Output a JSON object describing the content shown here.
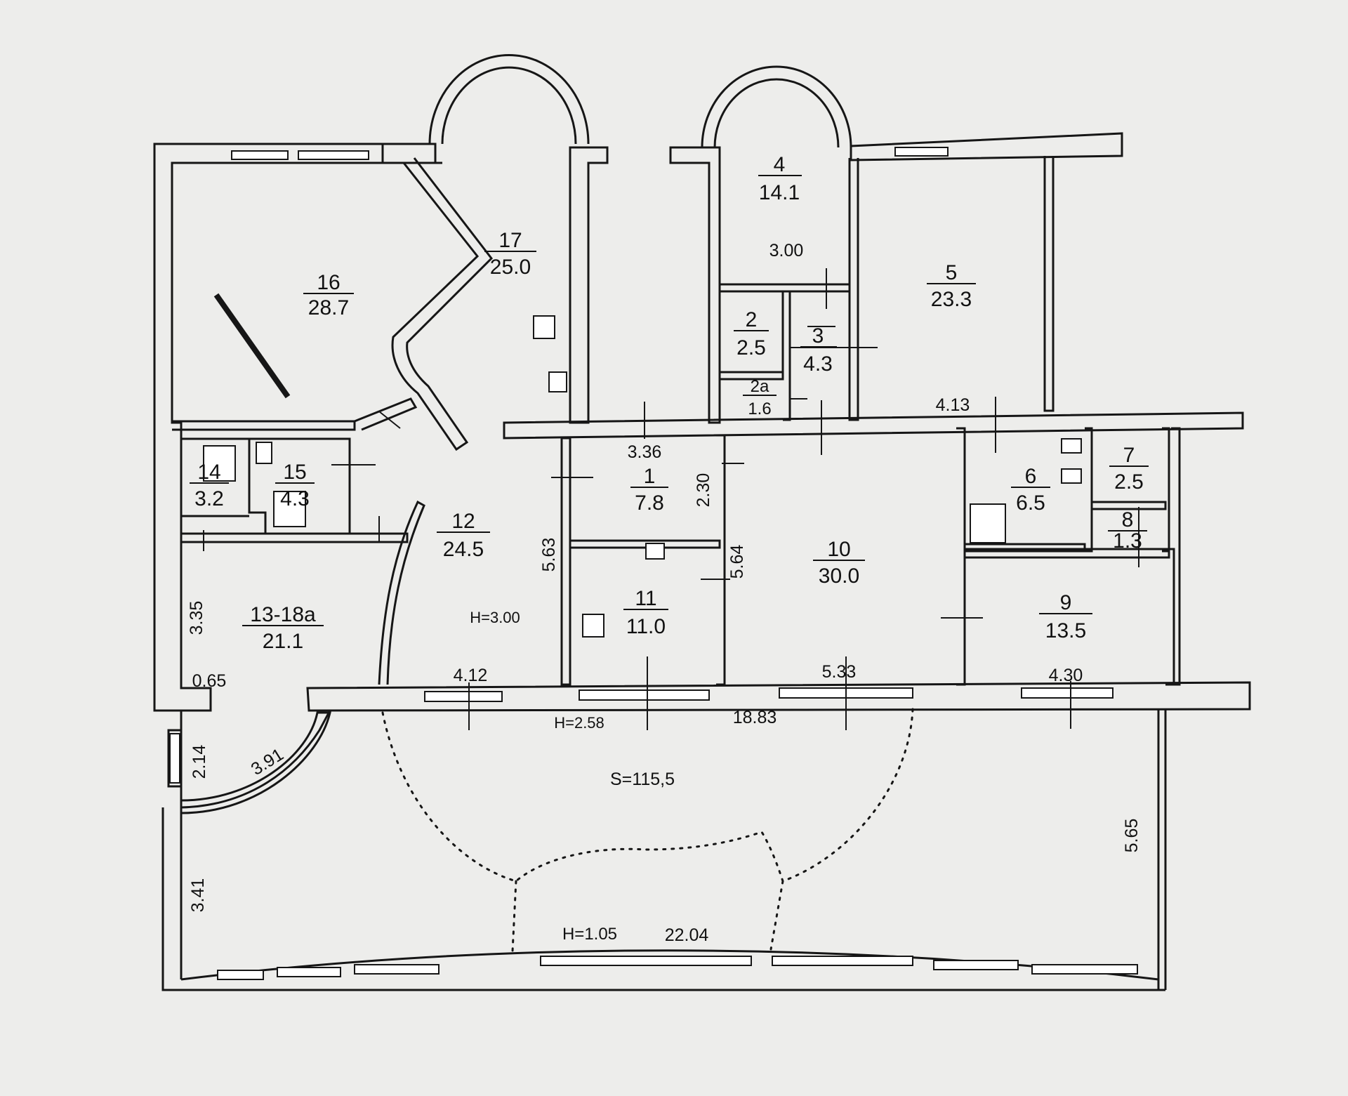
{
  "rooms": [
    {
      "number": "16",
      "area": "28.7"
    },
    {
      "number": "17",
      "area": "25.0"
    },
    {
      "number": "4",
      "area": "14.1"
    },
    {
      "number": "5",
      "area": "23.3"
    },
    {
      "number": "2",
      "area": "2.5"
    },
    {
      "number": "3",
      "area": "4.3"
    },
    {
      "number": "2a",
      "area": "1.6"
    },
    {
      "number": "14",
      "area": "3.2"
    },
    {
      "number": "15",
      "area": "4.3"
    },
    {
      "number": "12",
      "area": "24.5"
    },
    {
      "number": "1",
      "area": "7.8"
    },
    {
      "number": "10",
      "area": "30.0"
    },
    {
      "number": "6",
      "area": "6.5"
    },
    {
      "number": "7",
      "area": "2.5"
    },
    {
      "number": "8",
      "area": "1.3"
    },
    {
      "number": "13-18a",
      "area": "21.1"
    },
    {
      "number": "11",
      "area": "11.0"
    },
    {
      "number": "9",
      "area": "13.5"
    }
  ],
  "dimensions": {
    "d300_room4": "3.00",
    "d413": "4.13",
    "d336": "3.36",
    "d230": "2.30",
    "d563": "5.63",
    "d564": "5.64",
    "d335": "3.35",
    "d065": "0.65",
    "d412": "4.12",
    "d533": "5.33",
    "d430": "4.30",
    "d1883": "18.83",
    "d214": "2.14",
    "d391": "3.91",
    "d565": "5.65",
    "d341": "3.41",
    "d2204": "22.04"
  },
  "heights": {
    "h300": "H=3.00",
    "h258": "H=2.58",
    "h105": "H=1.05"
  },
  "terrace_area": "S=115,5"
}
